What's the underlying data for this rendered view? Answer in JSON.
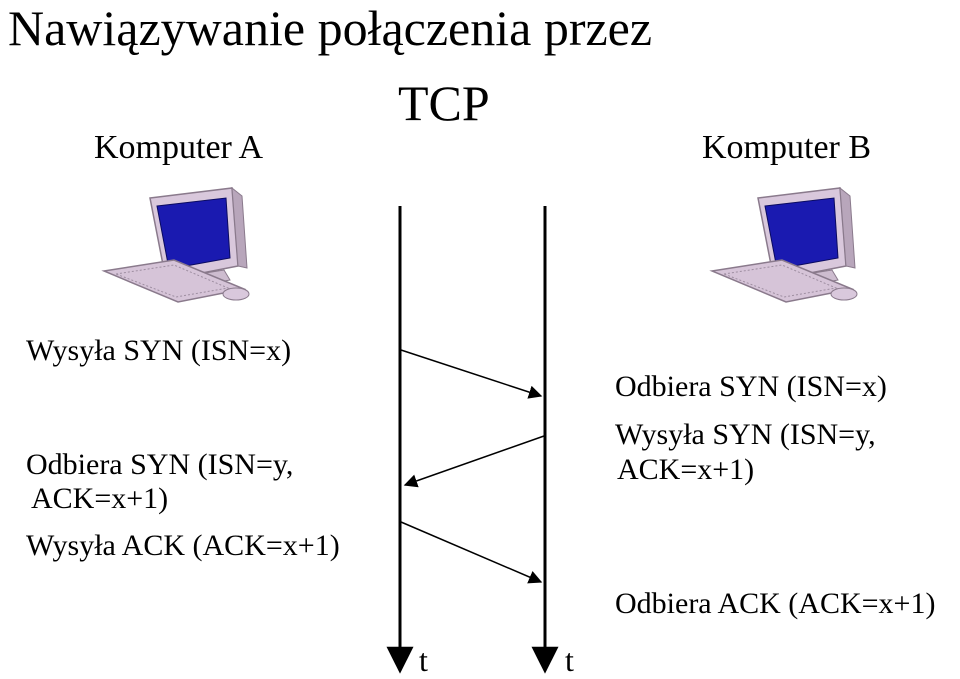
{
  "title_line1": "Nawiązywanie połączenia przez",
  "title_line2": "TCP",
  "computer_a": {
    "label": "Komputer A",
    "icon": "computer-icon"
  },
  "computer_b": {
    "label": "Komputer B",
    "icon": "computer-icon"
  },
  "left_steps": {
    "send_syn": "Wysyła SYN (ISN=x)",
    "recv_synack_l1": "Odbiera SYN (ISN=y,",
    "recv_synack_l2": "ACK=x+1)",
    "send_ack": "Wysyła ACK (ACK=x+1)"
  },
  "right_steps": {
    "recv_syn": "Odbiera SYN (ISN=x)",
    "send_synack_l1": "Wysyła SYN (ISN=y,",
    "send_synack_l2": "ACK=x+1)",
    "recv_ack": "Odbiera ACK (ACK=x+1)"
  },
  "timeline_a_label": "t",
  "timeline_b_label": "t",
  "colors": {
    "screen": "#1a1ab0",
    "monitor": "#d9c8dc",
    "keyboard": "#cdbccf",
    "line": "#000000"
  }
}
